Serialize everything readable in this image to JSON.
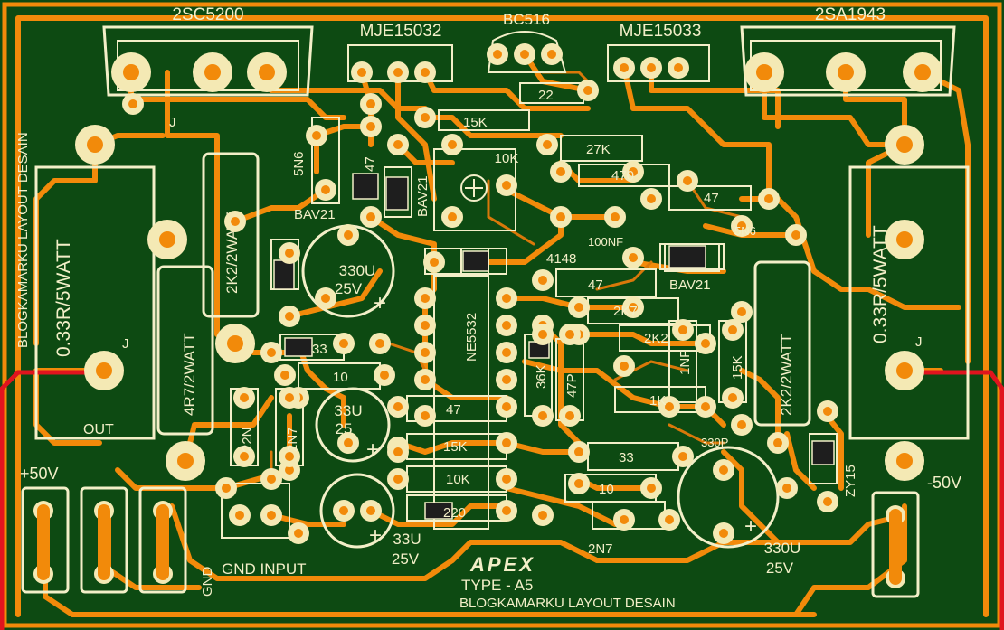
{
  "board": {
    "colors": {
      "substrate": "#0d4a12",
      "copper": "#f28a0a",
      "copper_dark": "#d9780a",
      "silk": "#f3efc8",
      "pad": "#f4e9b4",
      "drill": "#f28a0a",
      "jumper": "#e0141e",
      "body": "#1e1e1e"
    },
    "components": {
      "q_2sc5200": "2SC5200",
      "q_mje15032": "MJE15032",
      "q_bc516": "BC516",
      "q_mje15033": "MJE15033",
      "q_2sa1943": "2SA1943",
      "r_033_left": "0.33R/5WATT",
      "r_033_right": "0.33R/5WATT",
      "r_2k2_left": "2K2/2WATT",
      "r_2k2_right": "2K2/2WATT",
      "r_4r7": "4R7/2WATT",
      "c_5n6_left": "5N6",
      "c_5n6_right": "5N6",
      "r_47_top": "47",
      "d_bav21_a": "BAV21",
      "d_bav21_b": "BAV21",
      "d_bav21_c": "BAV21",
      "r_15k_top": "15K",
      "r_22": "22",
      "pot_10k": "10K",
      "r_27k": "27K",
      "r_470": "470",
      "r_47_right": "47",
      "c_100nf": "100NF",
      "d_4148": "4148",
      "r_47_mid": "47",
      "c_330u_top": "330U",
      "c_330u_top_v": "25V",
      "ic_ne5532": "NE5532",
      "r_2k7": "2K7",
      "r_2k2": "2K2",
      "r_33_left": "33",
      "r_10_left": "10",
      "r_36k": "36K",
      "c_47p": "47P",
      "c_1nf": "1NF",
      "r_15k_right": "15K",
      "r_1k": "1K",
      "c_22n": "22N",
      "c_2n7_left": "2N7",
      "c_33u_top": "33U",
      "c_33u_top_v": "25",
      "r_47_bottom": "47",
      "r_15k_bottom": "15K",
      "r_10k_bottom": "10K",
      "r_220": "220",
      "c_33u_bottom": "33U",
      "c_33u_bottom_v": "25V",
      "c_330p": "330P",
      "r_33_bottom": "33",
      "r_10_bottom": "10",
      "c_2n7_bottom": "2N7",
      "d_zy15": "ZY15",
      "c_330u_bottom": "330U",
      "c_330u_bottom_v": "25V",
      "pad_j_left": "J",
      "pad_j_right": "J",
      "pad_j_top": "J"
    },
    "terminals": {
      "out": "OUT",
      "pos50": "+50V",
      "neg50": "-50V",
      "gnd": "GND",
      "gnd_input": "GND INPUT"
    },
    "credit": {
      "vertical": "BLOGKAMARKU LAYOUT DESAIN",
      "logo": "APEX",
      "type": "TYPE - A5",
      "footer": "BLOGKAMARKU LAYOUT DESAIN"
    },
    "plus_marks": {
      "c330_top": "+",
      "c33_top": "+",
      "c33_bottom": "+",
      "c330_bottom": "+"
    }
  }
}
